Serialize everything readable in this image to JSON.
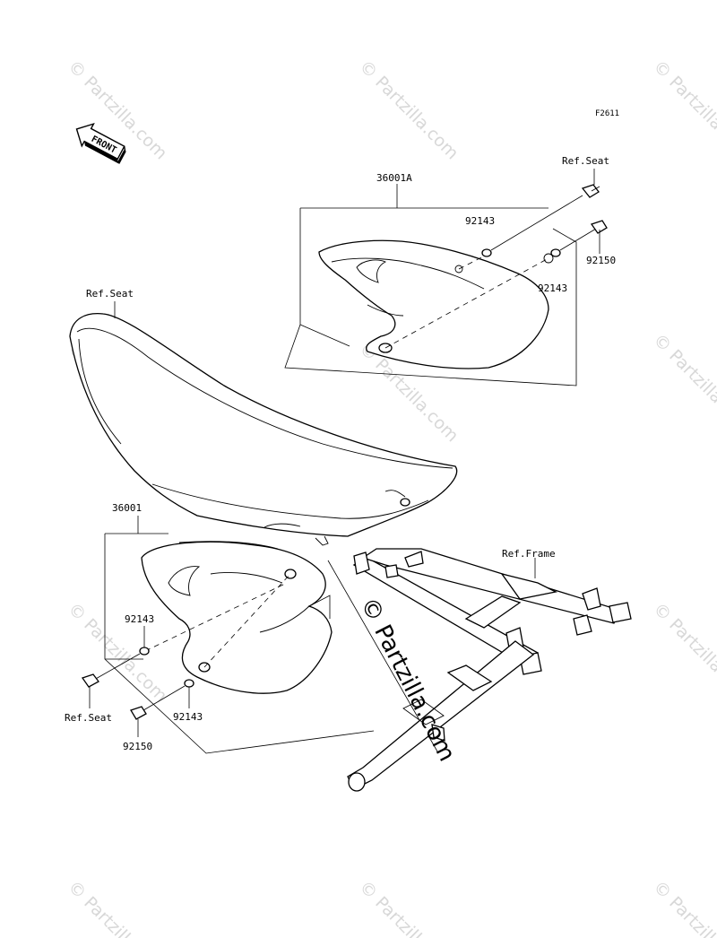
{
  "figure_code": "F2611",
  "front_label": "FRONT",
  "watermark": "© Partzilla.com",
  "callouts": {
    "upper_cover_assy": "36001A",
    "upper_ref_seat": "Ref.Seat",
    "upper_washer_a": "92143",
    "upper_washer_b": "92143",
    "upper_bolt": "92150",
    "seat_ref": "Ref.Seat",
    "lower_cover_assy": "36001",
    "lower_washer_a": "92143",
    "lower_washer_b": "92143",
    "lower_ref_seat": "Ref.Seat",
    "lower_bolt": "92150",
    "frame_ref": "Ref.Frame"
  }
}
